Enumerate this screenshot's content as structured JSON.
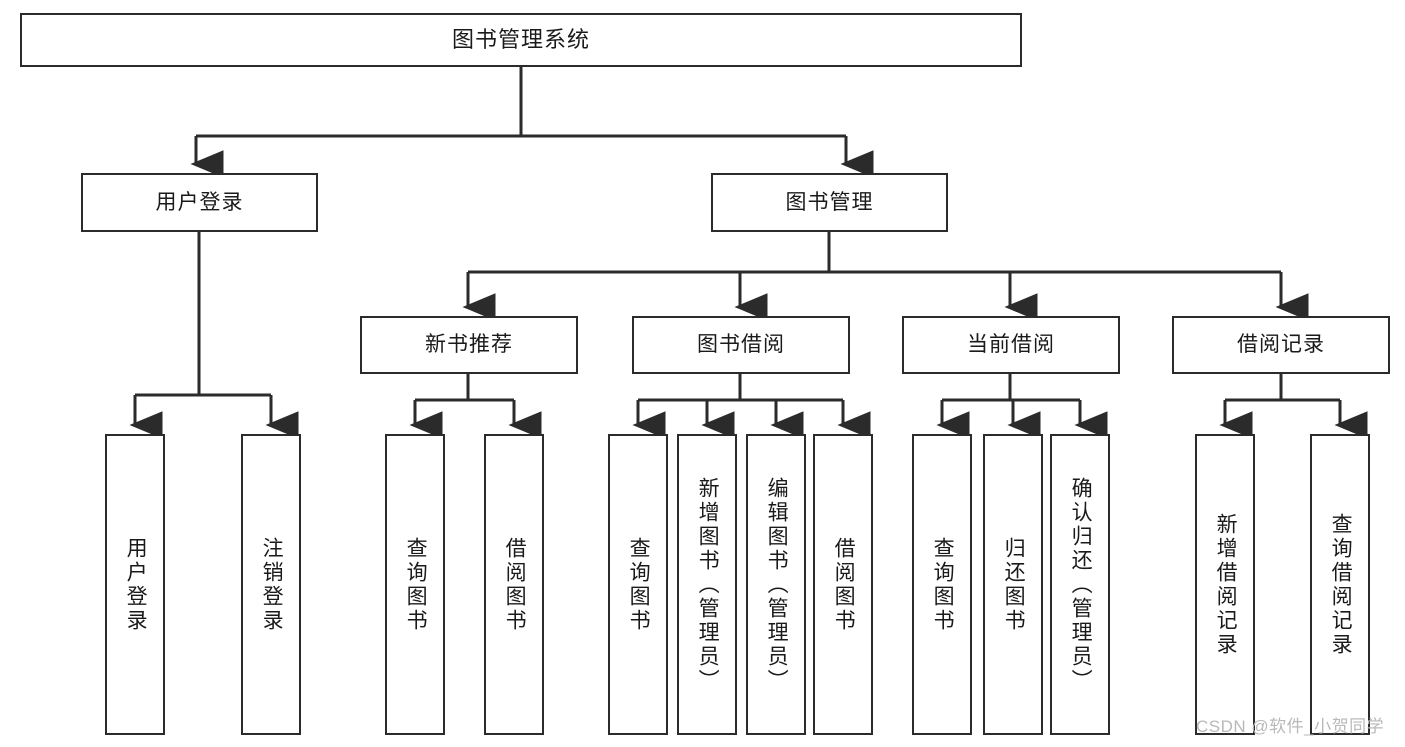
{
  "diagram": {
    "type": "tree-hierarchy",
    "title": "图书管理系统",
    "colors": {
      "box_border": "#2b2b2b",
      "box_fill": "#ffffff",
      "edge": "#2b2b2b",
      "background": "#ffffff",
      "watermark": "#b9b9b9"
    },
    "levels": {
      "level1": [
        "图书管理系统"
      ],
      "level2": [
        "用户登录",
        "图书管理"
      ],
      "level3": [
        "新书推荐",
        "图书借阅",
        "当前借阅",
        "借阅记录"
      ],
      "level4": [
        "用户登录",
        "注销登录",
        "查询图书",
        "借阅图书",
        "查询图书",
        "新增图书（管理员）",
        "编辑图书（管理员）",
        "借阅图书",
        "查询图书",
        "归还图书",
        "确认归还（管理员）",
        "新增借阅记录",
        "查询借阅记录"
      ]
    },
    "nodes": {
      "root": {
        "label": "图书管理系统"
      },
      "user_login": {
        "label": "用户登录"
      },
      "book_manage": {
        "label": "图书管理"
      },
      "new_book_rec": {
        "label": "新书推荐"
      },
      "book_borrow": {
        "label": "图书借阅"
      },
      "current_borrow": {
        "label": "当前借阅"
      },
      "borrow_record": {
        "label": "借阅记录"
      },
      "leaf_user_login": {
        "label": "用户登录"
      },
      "leaf_logout": {
        "label": "注销登录"
      },
      "leaf_query_book_1": {
        "label": "查询图书"
      },
      "leaf_borrow_book_1": {
        "label": "借阅图书"
      },
      "leaf_query_book_2": {
        "label": "查询图书"
      },
      "leaf_add_book": {
        "label": "新增图书（管理员）"
      },
      "leaf_edit_book": {
        "label": "编辑图书（管理员）"
      },
      "leaf_borrow_book_2": {
        "label": "借阅图书"
      },
      "leaf_query_book_3": {
        "label": "查询图书"
      },
      "leaf_return_book": {
        "label": "归还图书"
      },
      "leaf_confirm_return": {
        "label": "确认归还（管理员）"
      },
      "leaf_add_record": {
        "label": "新增借阅记录"
      },
      "leaf_query_record": {
        "label": "查询借阅记录"
      }
    },
    "edges": [
      {
        "from": "图书管理系统",
        "to": "用户登录"
      },
      {
        "from": "图书管理系统",
        "to": "图书管理"
      },
      {
        "from": "用户登录",
        "to": "用户登录"
      },
      {
        "from": "用户登录",
        "to": "注销登录"
      },
      {
        "from": "图书管理",
        "to": "新书推荐"
      },
      {
        "from": "图书管理",
        "to": "图书借阅"
      },
      {
        "from": "图书管理",
        "to": "当前借阅"
      },
      {
        "from": "图书管理",
        "to": "借阅记录"
      },
      {
        "from": "新书推荐",
        "to": "查询图书"
      },
      {
        "from": "新书推荐",
        "to": "借阅图书"
      },
      {
        "from": "图书借阅",
        "to": "查询图书"
      },
      {
        "from": "图书借阅",
        "to": "新增图书（管理员）"
      },
      {
        "from": "图书借阅",
        "to": "编辑图书（管理员）"
      },
      {
        "from": "图书借阅",
        "to": "借阅图书"
      },
      {
        "from": "当前借阅",
        "to": "查询图书"
      },
      {
        "from": "当前借阅",
        "to": "归还图书"
      },
      {
        "from": "当前借阅",
        "to": "确认归还（管理员）"
      },
      {
        "from": "借阅记录",
        "to": "新增借阅记录"
      },
      {
        "from": "借阅记录",
        "to": "查询借阅记录"
      }
    ]
  },
  "watermark": {
    "text": "CSDN @软件_小贺同学"
  }
}
